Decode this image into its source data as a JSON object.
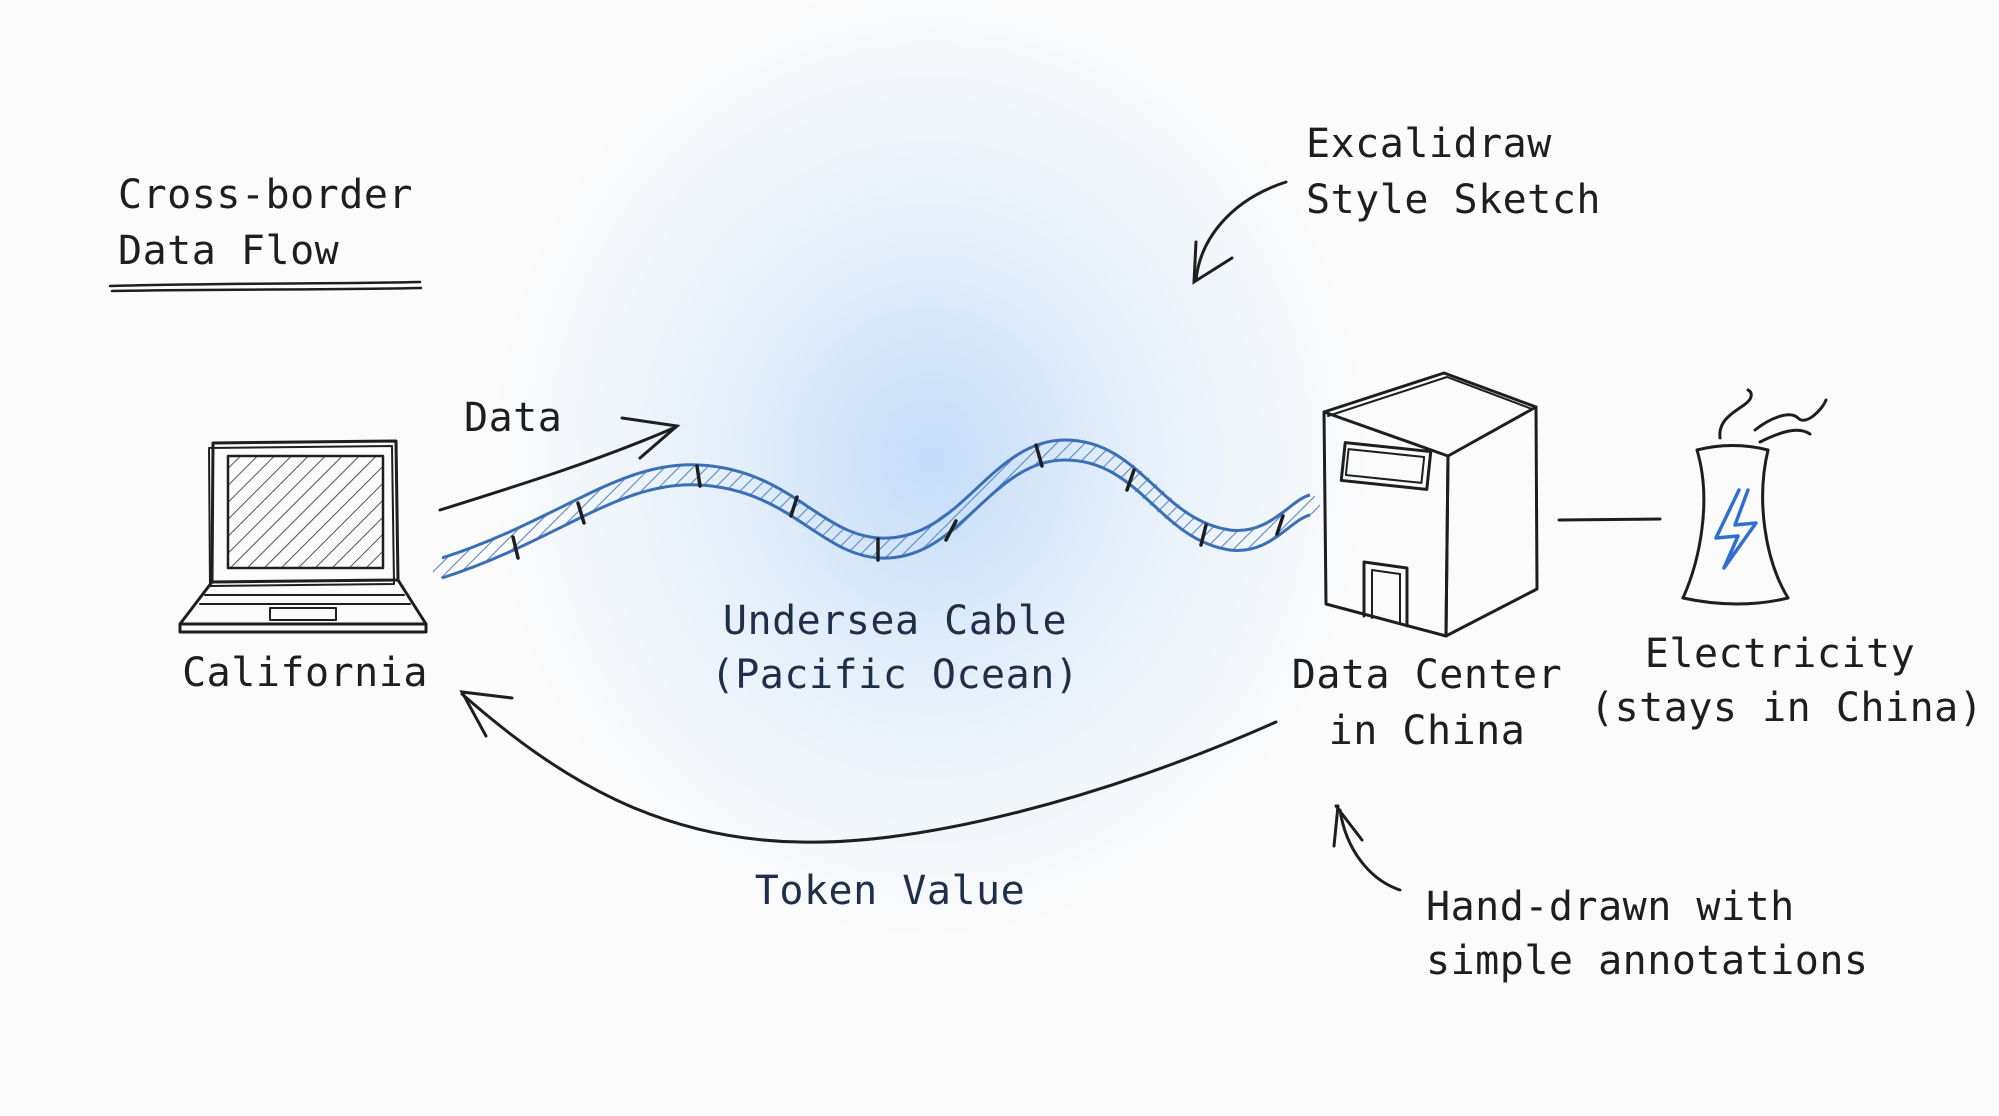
{
  "title": {
    "line1": "Cross-border",
    "line2": "Data Flow"
  },
  "style_note": {
    "line1": "Excalidraw",
    "line2": "Style Sketch"
  },
  "laptop": {
    "label": "California",
    "icon": "laptop-icon"
  },
  "data_arrow": {
    "label": "Data"
  },
  "cable": {
    "line1": "Undersea Cable",
    "line2": "(Pacific Ocean)"
  },
  "data_center": {
    "line1": "Data Center",
    "line2": "in China",
    "icon": "building-icon"
  },
  "power_plant": {
    "line1": "Electricity",
    "line2": "(stays in China)",
    "icon": "power-plant-icon"
  },
  "return_arrow": {
    "label": "Token Value"
  },
  "annotation": {
    "line1": "Hand-drawn with",
    "line2": "simple annotations"
  },
  "colors": {
    "ink": "#1e1e1e",
    "cable_blue": "#3a6fb5",
    "bolt_blue": "#2f6fd1",
    "glow": "#a9cdf4"
  }
}
